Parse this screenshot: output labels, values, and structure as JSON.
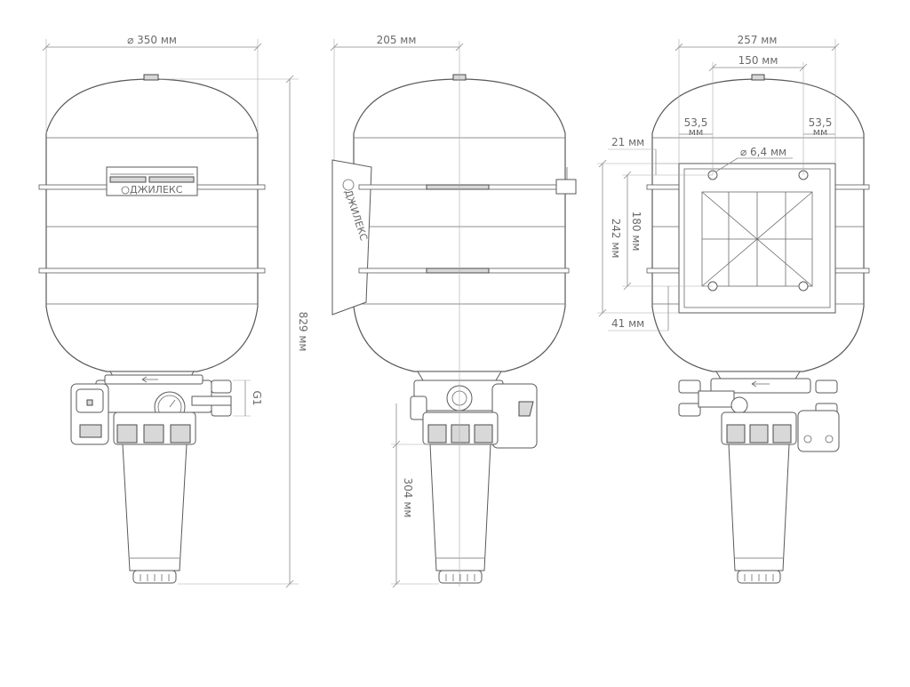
{
  "dimensions": {
    "diameter": "⌀ 350 мм",
    "depth": "205 мм",
    "width": "257 мм",
    "hole_spacing": "150 мм",
    "offset_left_value": "53,5",
    "offset_left_unit": "мм",
    "offset_right_value": "53,5",
    "offset_right_unit": "мм",
    "hole_diameter": "⌀ 6,4 мм",
    "top_offset": "21 мм",
    "bottom_offset": "41 мм",
    "mount_height": "242 мм",
    "hole_vertical": "180 мм",
    "total_height": "829 мм",
    "thread": "G1",
    "filter_height": "304 мм"
  },
  "brand": {
    "logo_text": "ДЖИЛЕКС"
  },
  "colors": {
    "line": "#5a5a5a",
    "dimension": "#8a8a8a",
    "background": "#ffffff"
  }
}
